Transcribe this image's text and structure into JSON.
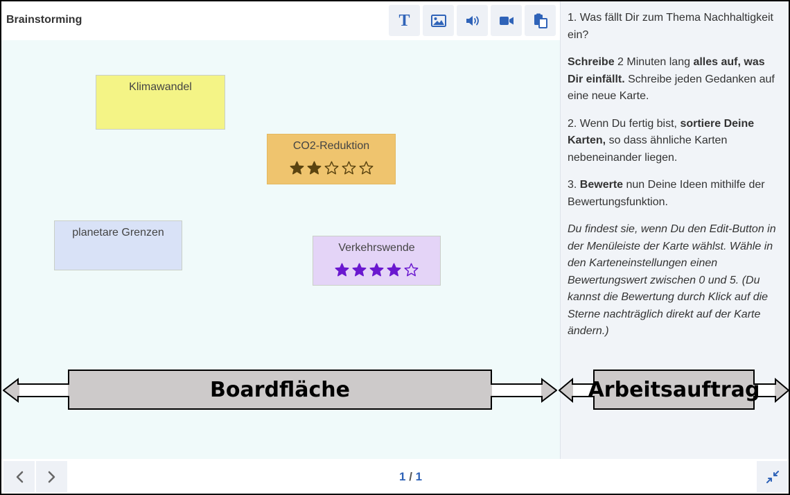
{
  "board": {
    "title": "Brainstorming",
    "toolbar": [
      {
        "name": "text-tool-button",
        "icon": "text-icon",
        "glyph": "T"
      },
      {
        "name": "image-tool-button",
        "icon": "image-icon"
      },
      {
        "name": "audio-tool-button",
        "icon": "speaker-icon"
      },
      {
        "name": "video-tool-button",
        "icon": "video-camera-icon"
      },
      {
        "name": "paste-tool-button",
        "icon": "paste-icon"
      }
    ],
    "cards": [
      {
        "title": "Klimawandel",
        "color": "#f4f486"
      },
      {
        "title": "CO2-Reduktion",
        "color": "#efc46e",
        "rating": 2,
        "max_rating": 5,
        "star_color": "#5b4410"
      },
      {
        "title": "planetare Grenzen",
        "color": "#d9e2f7"
      },
      {
        "title": "Verkehrswende",
        "color": "#e4d4f7",
        "rating": 4,
        "max_rating": 5,
        "star_color": "#6a18cf"
      }
    ]
  },
  "task": {
    "q1": "1. Was fällt Dir zum Thema Nachhaltigkeit ein?",
    "p2_b1": "Schreibe",
    "p2_t1": " 2 Minuten lang ",
    "p2_b2": "alles auf, was Dir einfällt.",
    "p2_t2": " Schreibe jeden Gedanken auf eine neue Karte.",
    "p3_t1": "2. Wenn Du fertig bist, ",
    "p3_b1": "sortiere Deine Karten,",
    "p3_t2": " so dass ähnliche Karten nebeneinander liegen.",
    "p4_t1": "3. ",
    "p4_b1": "Bewerte",
    "p4_t2": " nun Deine Ideen mithilfe der Bewertungsfunktion.",
    "hint": "Du findest sie, wenn Du den Edit-Button in der Menüleiste der Karte wählst. Wähle in den Karteneinstellungen einen Bewertungswert zwischen 0 und 5. (Du kannst die Bewertung durch Klick auf die Sterne nachträglich direkt auf der Karte ändern.)"
  },
  "footer": {
    "current_page": "1",
    "separator": " / ",
    "total_pages": "1",
    "prev_icon": "chevron-left-icon",
    "next_icon": "chevron-right-icon",
    "minimize_icon": "collapse-arrows-icon"
  },
  "annotations": {
    "board_label": "Boardfläche",
    "task_label": "Arbeitsauftrag"
  },
  "colors": {
    "accent": "#2f63b8",
    "board_bg": "#f0fafa",
    "sidebar_bg": "#f1f4f8",
    "annotation_fill": "#cdcaca"
  }
}
